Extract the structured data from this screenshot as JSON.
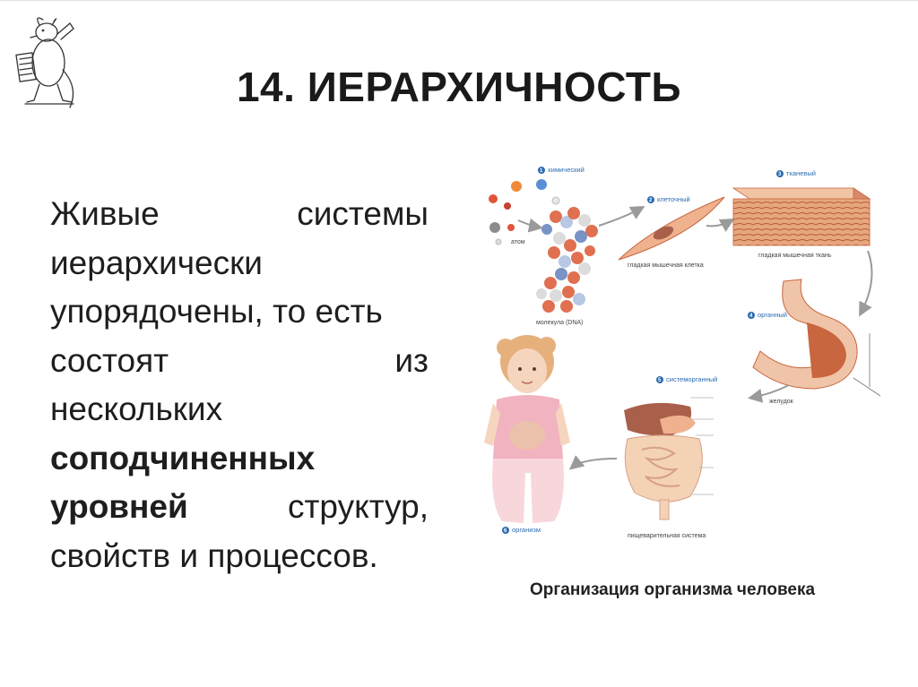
{
  "slide": {
    "title": "14. ИЕРАРХИЧНОСТЬ",
    "body_lines": [
      {
        "left": "Живые",
        "right": "системы"
      },
      {
        "left": "иерархически",
        "right": ""
      },
      {
        "left": "упорядочены, то есть",
        "right": ""
      },
      {
        "left": "состоят",
        "right": "из"
      },
      {
        "left": "нескольких",
        "right": ""
      },
      {
        "bold": "соподчиненных"
      },
      {
        "bold_left": "уровней",
        "right": "структур,"
      },
      {
        "left": "свойств и процессов.",
        "right": ""
      }
    ],
    "caption": "Организация организма человека"
  },
  "diagram": {
    "levels": [
      {
        "num": "1",
        "name": "химический"
      },
      {
        "num": "2",
        "name": "клеточный"
      },
      {
        "num": "3",
        "name": "тканевый"
      },
      {
        "num": "4",
        "name": "органный"
      },
      {
        "num": "5",
        "name": "системорганный"
      },
      {
        "num": "6",
        "name": "организм"
      }
    ],
    "labels": {
      "atom": "атом",
      "molecule": "молекула (DNA)",
      "cell": "гладкая мышечная клетка",
      "tissue": "гладкая мышечная ткань",
      "stomach": "желудок",
      "system": "пищеварительная система"
    },
    "colors": {
      "level_badge": "#2a6bb0",
      "arrow": "#9a9a9a",
      "muscle": "#c8663f",
      "skin": "#f2c7a6"
    }
  }
}
